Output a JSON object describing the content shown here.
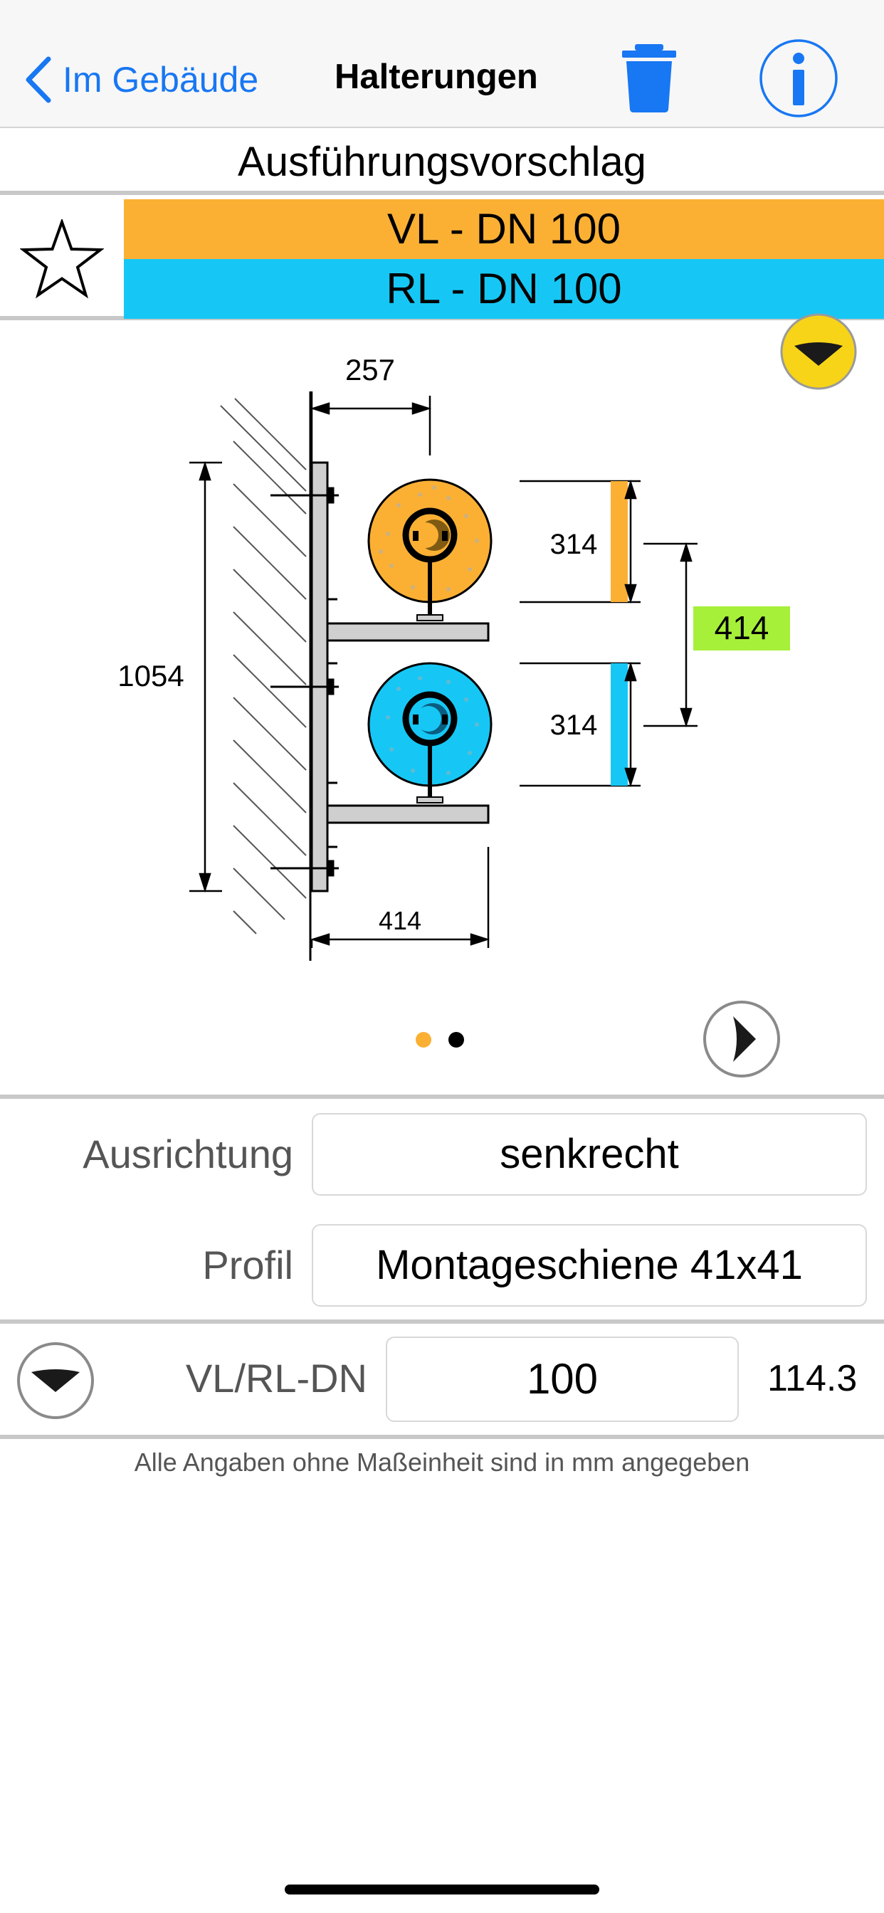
{
  "nav": {
    "back_label": "Im Gebäude",
    "title": "Halterungen"
  },
  "proposal_title": "Ausführungsvorschlag",
  "pipes": {
    "supply_label": "VL - DN 100",
    "return_label": "RL - DN 100"
  },
  "drawing": {
    "dim_top": "257",
    "dim_height": "1054",
    "dim_insulation_1": "314",
    "dim_insulation_2": "314",
    "dim_spacing": "414",
    "dim_bottom": "414"
  },
  "fields": {
    "orientation_label": "Ausrichtung",
    "orientation_value": "senkrecht",
    "profile_label": "Profil",
    "profile_value": "Montageschiene 41x41",
    "dn_label": "VL/RL-DN",
    "dn_value": "100",
    "outer_diameter": "114.3"
  },
  "footnote": "Alle Angaben ohne Maßeinheit sind in mm angegeben",
  "pager": {
    "current": 1,
    "total": 2
  },
  "colors": {
    "accent": "#1877f2",
    "supply": "#fbb034",
    "return": "#16c7f5",
    "highlight": "#a6f03a",
    "dropdown": "#f7d417"
  }
}
